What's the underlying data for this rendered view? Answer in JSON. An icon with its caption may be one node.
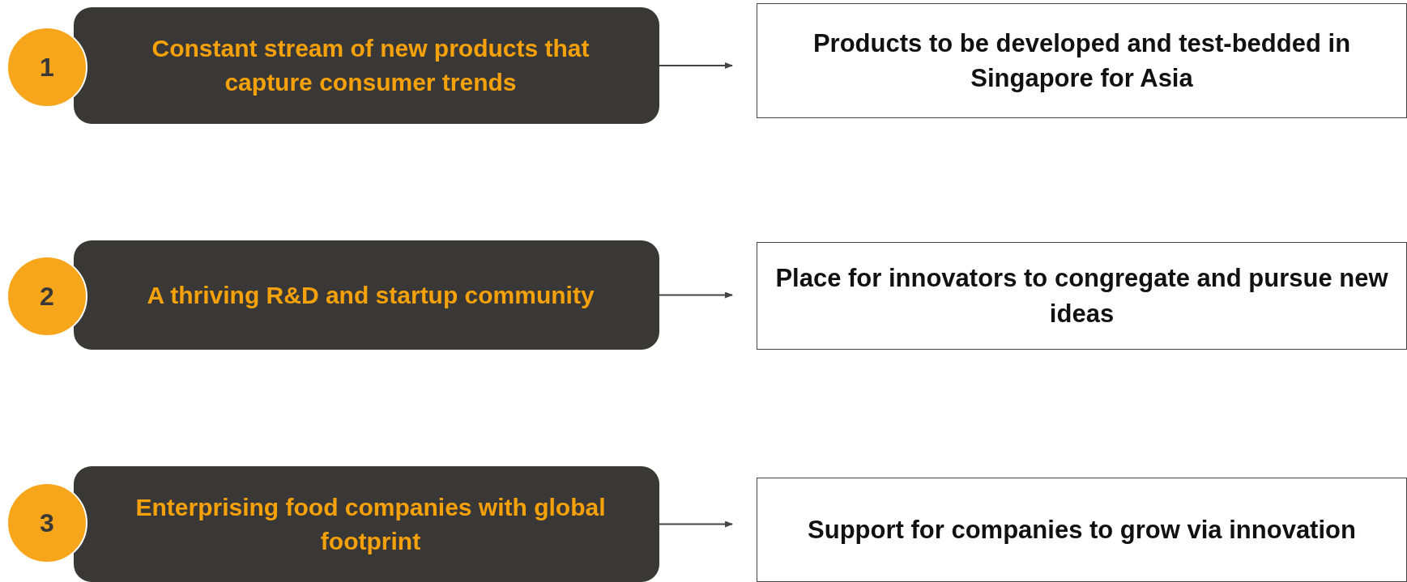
{
  "diagram": {
    "nodes": [
      {
        "text": [
          "1"
        ]
      },
      {
        "text": [
          "Constant stream of new products that capture consumer trends"
        ]
      },
      {
        "text": [
          "Products to be developed and test-bedded in Singapore for Asia"
        ]
      },
      {
        "text": [
          "2"
        ]
      },
      {
        "text": [
          "A thriving R&D and startup community"
        ]
      },
      {
        "text": [
          "Place for innovators to congregate and pursue new ideas"
        ]
      },
      {
        "text": [
          "3"
        ]
      },
      {
        "text": [
          "Enterprising food companies with global footprint"
        ]
      },
      {
        "text": [
          "Support for companies to grow via innovation"
        ]
      }
    ],
    "edges": [
      {
        "from": 1,
        "to": 2,
        "arrow": "to"
      },
      {
        "from": 4,
        "to": 5,
        "arrow": "to"
      },
      {
        "from": 7,
        "to": 8,
        "arrow": "to"
      }
    ]
  }
}
